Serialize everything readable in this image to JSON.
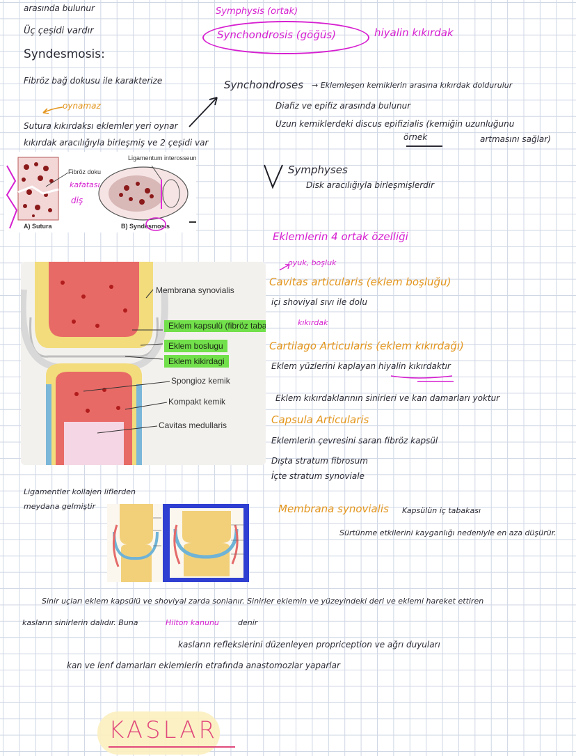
{
  "top": {
    "line0": "arasında bulunur",
    "line1": "Üç çeşidi vardır",
    "syndesmosis_heading": "Syndesmosis:",
    "syndesmosis_desc": "Fibröz bağ dokusu ile karakterize",
    "oynamaz_note": "oynamaz",
    "sutura_line1": "Sutura kıkırdaksı eklemler yeri oynar",
    "sutura_line2": "kıkırdak aracılığıyla birleşmiş ve 2 çeşidi var",
    "symphysis_oval": "Symphysis (ortak)",
    "synchondrosis_oval": "Synchondrosis (göğüs)",
    "hiyalin_kikirdak": "hiyalin kıkırdak",
    "synchondroses_heading": "Synchondroses",
    "synchondroses_desc": "→ Eklemleşen kemiklerin arasına kıkırdak doldurulur",
    "diafiz_line": "Diafiz ve epifiz arasında bulunur",
    "uzun_kemik_line": "Uzun kemiklerdeki discus epifizialis (kemiğin uzunluğunu",
    "ornek": "örnek",
    "artmasini_saglar": "artmasını sağlar)",
    "symphyses_heading": "Symphyses",
    "symphyses_desc": "Disk aracılığıyla birleşmişlerdir"
  },
  "figure1": {
    "label_fibroz_doku": "Fibröz doku",
    "label_ligamentum": "Ligamentum interosseum",
    "caption_a": "A) Sutura",
    "caption_b": "B) Syndesmosis",
    "note_kafatasi": "kafatası",
    "note_dis": "diş"
  },
  "figure2": {
    "labels": [
      "Membrana synovialis",
      "Spongioz kemik",
      "Kompakt kemik",
      "Cavitas medullaris"
    ],
    "highlighted": [
      "Eklem kapsulü (fibröz tabaka)",
      "Eklem boslugu",
      "Eklem kikirdagi"
    ]
  },
  "features": {
    "heading": "Eklemlerin 4 ortak özelliği",
    "cavitas_note": "oyuk, boşluk",
    "cavitas_heading": "Cavitas articularis (eklem boşluğu)",
    "cavitas_desc": "içi shoviyal sıvı ile dolu",
    "cartilago_note": "kıkırdak",
    "cartilago_heading": "Cartilago Articularis (eklem kıkırdağı)",
    "cartilago_desc": "Eklem yüzlerini kaplayan hiyalin kıkırdaktır",
    "damar_line": "Eklem kıkırdaklarının sinirleri ve kan damarları yoktur",
    "capsula_heading": "Capsula Articularis",
    "capsula_desc": "Eklemlerin çevresini saran fibröz kapsül",
    "dista": "Dışta stratum fibrosum",
    "icte": "İçte stratum synoviale",
    "membrana_heading": "Membrana synovialis",
    "membrana_suffix": "Kapsülün iç tabakası",
    "surtunme_line": "Sürtünme etkilerini kayganlığı nedeniyle en aza düşürür."
  },
  "ligament": {
    "line1": "Ligamentler kollajen liflerden",
    "line2": "meydana gelmiştir"
  },
  "bottom": {
    "line1": "Sinir uçları eklem kapsülü ve shoviyal zarda sonlanır. Sinirler eklemin ve yüzeyindeki deri ve eklemi hareket ettiren",
    "line2_pre": "kasların sinirlerin dalıdır. Buna",
    "hilton": "Hilton kanunu",
    "line2_post": "denir",
    "line3": "kasların reflekslerini düzenleyen propriception ve ağrı duyuları",
    "line4": "kan ve lenf damarları eklemlerin etrafında anastomozlar yaparlar",
    "kaslar": "KASLAR"
  },
  "colors": {
    "ink": "#2b2b36",
    "magenta": "#d61fd0",
    "orange": "#e3961e",
    "highlight_green": "#72e04b"
  }
}
